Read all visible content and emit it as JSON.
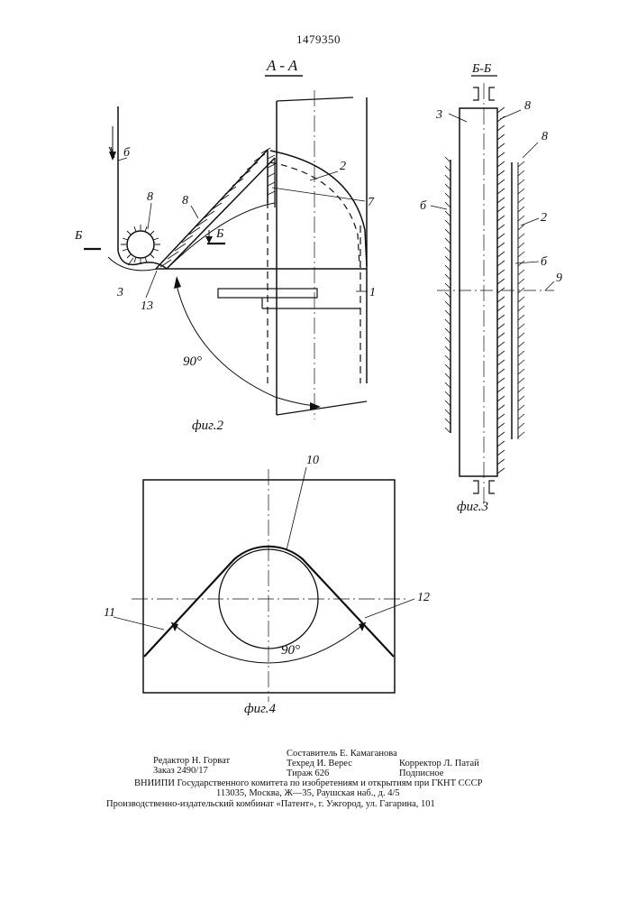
{
  "patent_number": "1479350",
  "section_aa": "A - A",
  "section_bb": "Б-Б",
  "fig2": {
    "caption": "фиг.2",
    "labels": [
      "б",
      "8",
      "8",
      "Б",
      "Б",
      "3",
      "13",
      "2",
      "7",
      "1"
    ],
    "angle": "90°"
  },
  "fig3": {
    "caption": "фиг.3",
    "labels": [
      "3",
      "8",
      "8",
      "б",
      "2",
      "б",
      "9"
    ]
  },
  "fig4": {
    "caption": "фиг.4",
    "labels": [
      "10",
      "11",
      "12"
    ],
    "angle": "90°"
  },
  "footer": {
    "editor": "Редактор Н. Горват",
    "order": "Заказ 2490/17",
    "compiler": "Составитель Е. Камаганова",
    "techred": "Техред И. Верес",
    "print_run": "Тираж 626",
    "corrector": "Корректор Л. Патай",
    "subscription": "Подписное",
    "vniipi": "ВНИИПИ Государственного комитета по изобретениям и открытиям при ГКНТ СССР",
    "address": "113035, Москва, Ж—35, Раушская наб., д. 4/5",
    "plant": "Производственно-издательский комбинат «Патент», г. Ужгород, ул. Гагарина, 101"
  }
}
